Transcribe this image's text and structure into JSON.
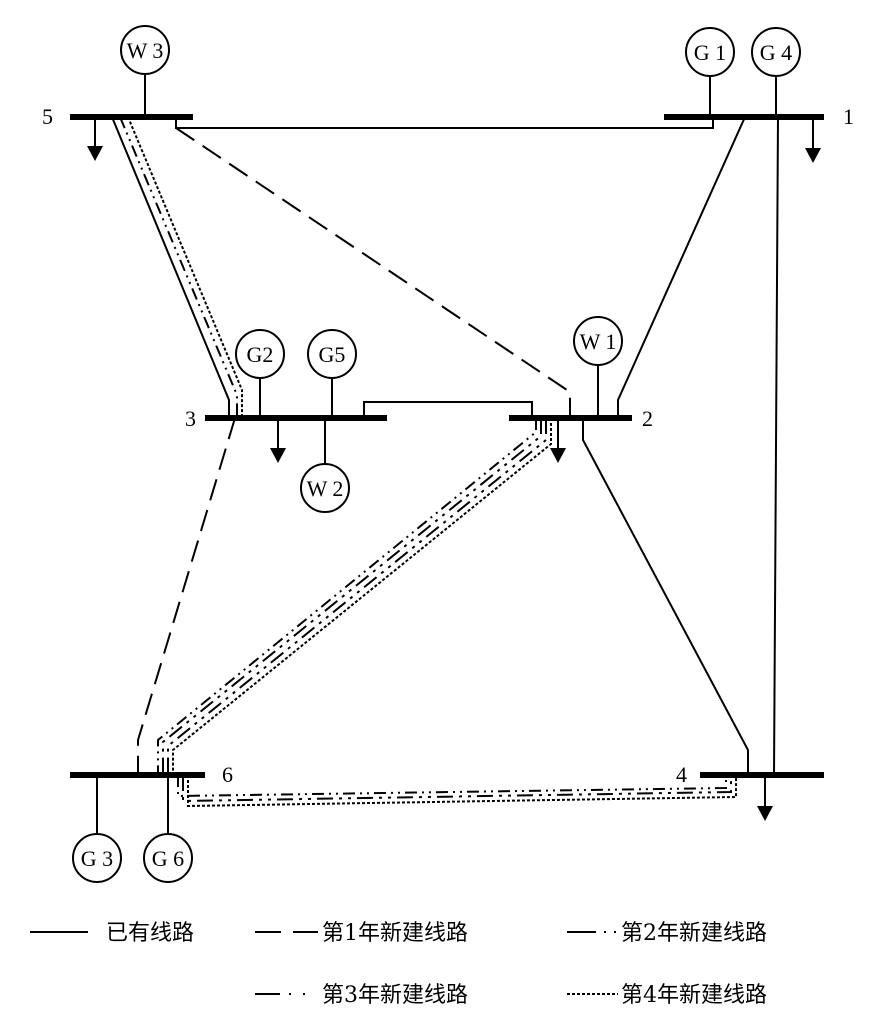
{
  "buses": [
    {
      "id": "bus-1",
      "label": "1"
    },
    {
      "id": "bus-2",
      "label": "2"
    },
    {
      "id": "bus-3",
      "label": "3"
    },
    {
      "id": "bus-4",
      "label": "4"
    },
    {
      "id": "bus-5",
      "label": "5"
    },
    {
      "id": "bus-6",
      "label": "6"
    }
  ],
  "units": {
    "G1": "G 1",
    "G4": "G 4",
    "W3": "W 3",
    "G2": "G2",
    "G5": "G5",
    "W1": "W 1",
    "W2": "W 2",
    "G3": "G 3",
    "G6": "G 6"
  },
  "legend": {
    "existing": "已有线路",
    "year1": "第1年新建线路",
    "year2": "第2年新建线路",
    "year3": "第3年新建线路",
    "year4": "第4年新建线路"
  }
}
